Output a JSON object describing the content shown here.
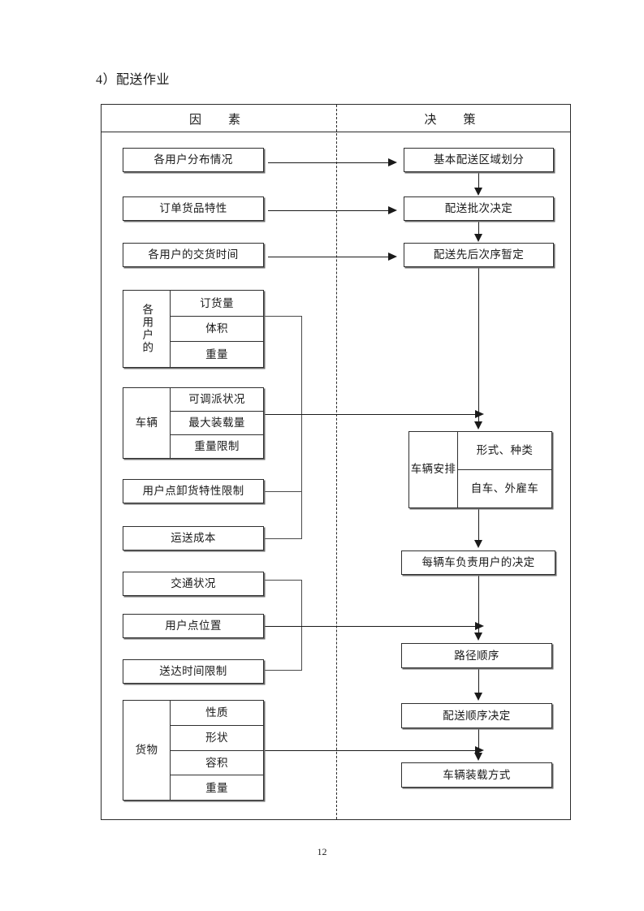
{
  "document": {
    "section_title": "4）配送作业",
    "page_number": "12"
  },
  "diagram": {
    "columns": {
      "factor_header": "因　素",
      "decision_header": "决　策"
    },
    "factors": [
      {
        "id": "f1",
        "label": "各用户分布情况"
      },
      {
        "id": "f2",
        "label": "订单货品特性"
      },
      {
        "id": "f3",
        "label": "各用户的交货时间"
      },
      {
        "id": "f7",
        "label": "用户点卸货特性限制"
      },
      {
        "id": "f8",
        "label": "运送成本"
      },
      {
        "id": "f9",
        "label": "交通状况"
      },
      {
        "id": "f10",
        "label": "用户点位置"
      },
      {
        "id": "f11",
        "label": "送达时间限制"
      }
    ],
    "factor_groups": [
      {
        "id": "g1",
        "group_label": "各用户的",
        "items": [
          "订货量",
          "体积",
          "重量"
        ]
      },
      {
        "id": "g2",
        "group_label": "车辆",
        "items": [
          "可调派状况",
          "最大装载量",
          "重量限制"
        ]
      },
      {
        "id": "g3",
        "group_label": "货物",
        "items": [
          "性质",
          "形状",
          "容积",
          "重量"
        ]
      }
    ],
    "decisions": [
      {
        "id": "d1",
        "label": "基本配送区域划分"
      },
      {
        "id": "d2",
        "label": "配送批次决定"
      },
      {
        "id": "d3",
        "label": "配送先后次序暂定"
      },
      {
        "id": "d5",
        "label": "每辆车负责用户的决定"
      },
      {
        "id": "d6",
        "label": "路径顺序"
      },
      {
        "id": "d7",
        "label": "配送顺序决定"
      },
      {
        "id": "d8",
        "label": "车辆装载方式"
      }
    ],
    "decision_groups": [
      {
        "id": "d4",
        "group_label": "车辆安排",
        "items": [
          "形式、种类",
          "自车、外雇车"
        ]
      }
    ],
    "colors": {
      "line": "#1a1a1a",
      "border": "#2f2f2f",
      "shadow": "#6d6d6d",
      "background": "#ffffff"
    }
  }
}
